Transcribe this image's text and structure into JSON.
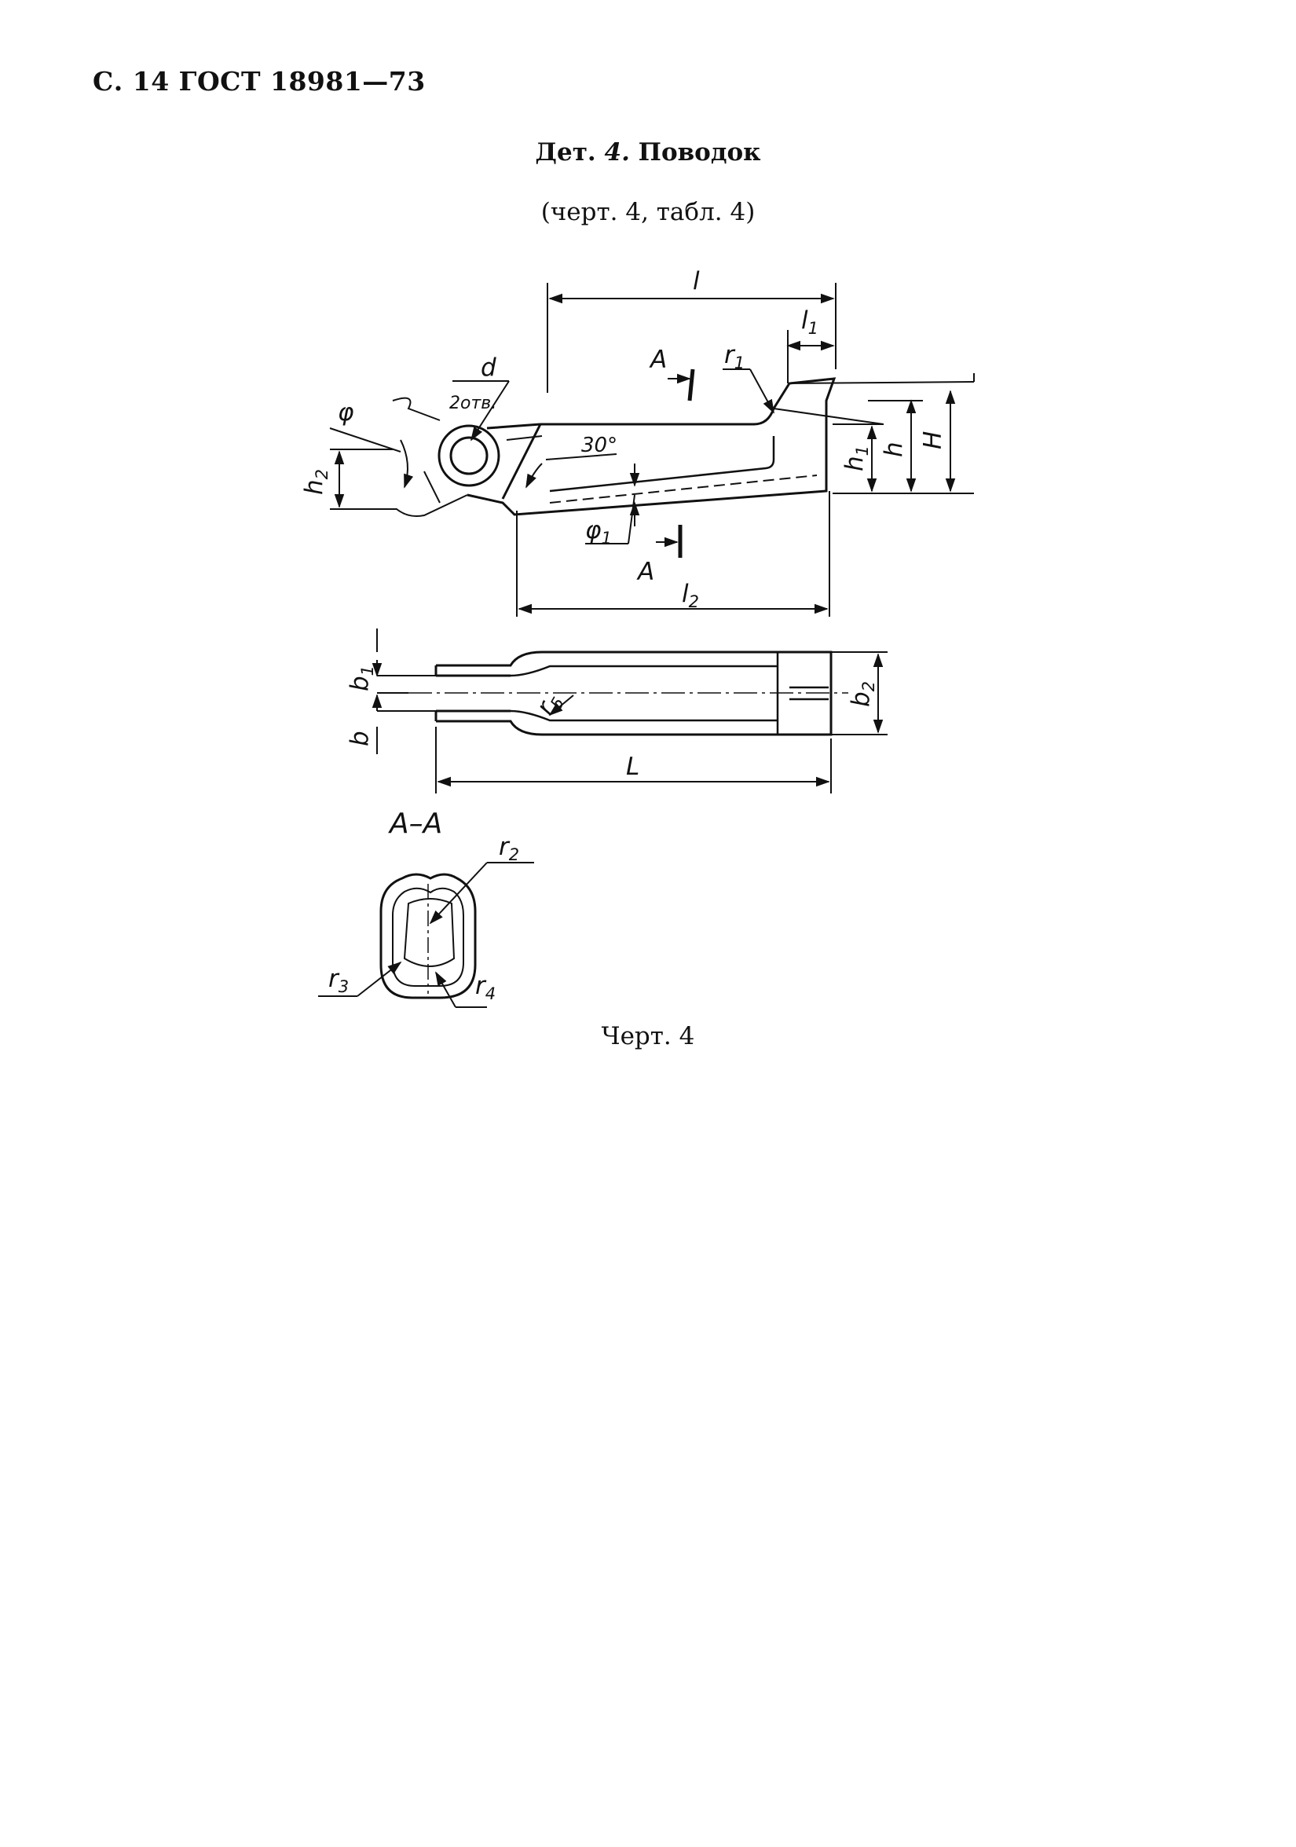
{
  "header": {
    "page_ref": "С. 14 ГОСТ 18981—73"
  },
  "title": {
    "prefix": "Дет.",
    "number": "4.",
    "name": "Поводок",
    "subtitle": "(черт. 4, табл. 4)"
  },
  "drawing": {
    "labels": {
      "l": "l",
      "l1": "l",
      "l1_sub": "1",
      "l2": "l",
      "l2_sub": "2",
      "d": "d",
      "hole_spec": "2отв.",
      "phi": "φ",
      "phi1": "φ",
      "phi1_sub": "1",
      "angle": "30°",
      "section_mark_top": "A",
      "section_mark_bottom": "A",
      "r1": "r",
      "r1_sub": "1",
      "h": "h",
      "H": "H",
      "h1": "h",
      "h1_sub": "1",
      "h2": "h",
      "h2_sub": "2",
      "b": "b",
      "b1": "b",
      "b1_sub": "1",
      "b2": "b",
      "b2_sub": "2",
      "r5": "r",
      "r5_sub": "5",
      "L": "L",
      "section_title": "A–A",
      "r2": "r",
      "r2_sub": "2",
      "r3": "r",
      "r3_sub": "3",
      "r4": "r",
      "r4_sub": "4"
    }
  },
  "caption": "Черт. 4"
}
